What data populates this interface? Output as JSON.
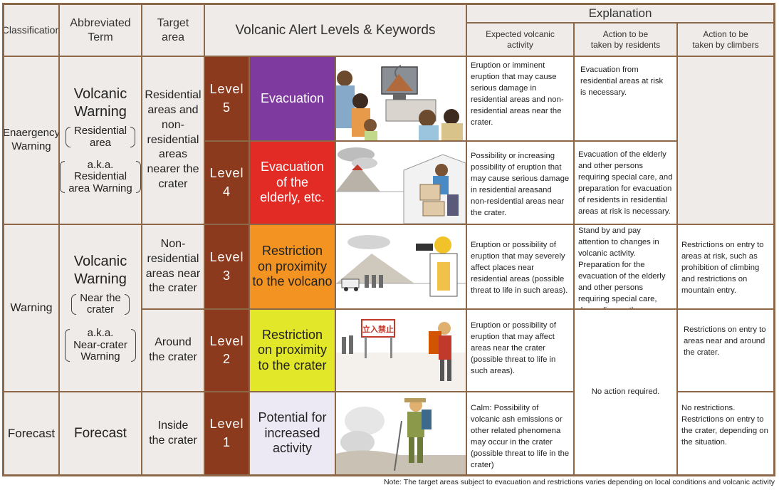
{
  "headers": {
    "classification": "Classification",
    "abbreviated": [
      "Abbreviated",
      "Term"
    ],
    "target": [
      "Target",
      "area"
    ],
    "levels_keywords": "Volcanic Alert Levels & Keywords",
    "explanation": "Explanation",
    "expected": [
      "Expected volcanic",
      "activity"
    ],
    "residents": [
      "Action to be",
      "taken by residents"
    ],
    "climbers": [
      "Action to be",
      "taken by climbers"
    ]
  },
  "classification": {
    "emergency": [
      "Enaergency",
      "Warning"
    ],
    "warning": "Warning",
    "forecast": "Forecast"
  },
  "abbreviated": {
    "residential": {
      "main": [
        "Volcanic",
        "Warning"
      ],
      "paren1": [
        "Residential",
        "area"
      ],
      "paren2": [
        "a.k.a.",
        "Residential",
        "area Warning"
      ]
    },
    "crater": {
      "main": [
        "Volcanic",
        "Warning"
      ],
      "paren1": [
        "Near the",
        "crater"
      ],
      "paren2": [
        "a.k.a.",
        "Near-crater",
        "Warning"
      ]
    },
    "forecast": "Forecast"
  },
  "target_areas": {
    "residential": [
      "Residential",
      "areas and",
      "non-",
      "residential",
      "areas",
      "nearer the",
      "crater"
    ],
    "non_residential": [
      "Non-",
      "residential",
      "areas near",
      "the crater"
    ],
    "around": [
      "Around",
      "the crater"
    ],
    "inside": [
      "Inside",
      "the crater"
    ]
  },
  "levels": [
    {
      "word": "Level",
      "num": "5",
      "keyword": [
        "Evacuation"
      ],
      "color": "#7e3a9e",
      "text_color": "#ffffff",
      "expected": "Eruption or imminent eruption  that may cause serious damage in residential areas and non-residential areas near the crater.",
      "residents": "Evacuation from residential areas at risk is necessary."
    },
    {
      "word": "Level",
      "num": "4",
      "keyword": [
        "Evacuation",
        "of the",
        "elderly, etc."
      ],
      "color": "#e32b26",
      "text_color": "#ffffff",
      "expected": "Possibility or increasing possibility of eruption that may cause serious damage in residential areasand non-residential areas near the crater.",
      "residents": "Evacuation of the elderly and other persons requiring special care, and preparation for evacuation of residents in residential areas at risk is necessary."
    },
    {
      "word": "Level",
      "num": "3",
      "keyword": [
        "Restriction",
        "on proximity",
        "to the volcano"
      ],
      "color": "#f39422",
      "text_color": "#222222",
      "expected": "Eruption or possibility of eruption that may severely affect places near residential areas (possible threat to life in such areas).",
      "residents": "Stand by and pay attention to changes in volcanic activity. Preparation for the evacuation of the elderly and other persons requiring special care, depending on the situation.",
      "climbers": "Restrictions on entry to areas at risk, such as prohibition of climbing and restrictions on mountain entry."
    },
    {
      "word": "Level",
      "num": "2",
      "keyword": [
        "Restriction",
        "on proximity",
        "to the crater"
      ],
      "color": "#e3e72a",
      "text_color": "#222222",
      "expected": "Eruption or possibility of eruption that may affect areas near the crater (possible threat to life in such areas).",
      "climbers": "Restrictions on entry to areas near and around the crater."
    },
    {
      "word": "Level",
      "num": "1",
      "keyword": [
        "Potential for",
        "increased",
        "activity"
      ],
      "color": "#ece9f4",
      "text_color": "#222222",
      "expected": "Calm: Possibility of volcanic ash emissions or other related phenomena may occur in the crater (possible threat to life in the crater)",
      "climbers": "No restrictions. Restrictions on entry to the crater, depending on the situation."
    }
  ],
  "residents_no_action": "No action required.",
  "sign_text": "立入禁止",
  "note": "Note: The target areas subject to evacuation and restrictions varies depending on local conditions and volcanic activity"
}
